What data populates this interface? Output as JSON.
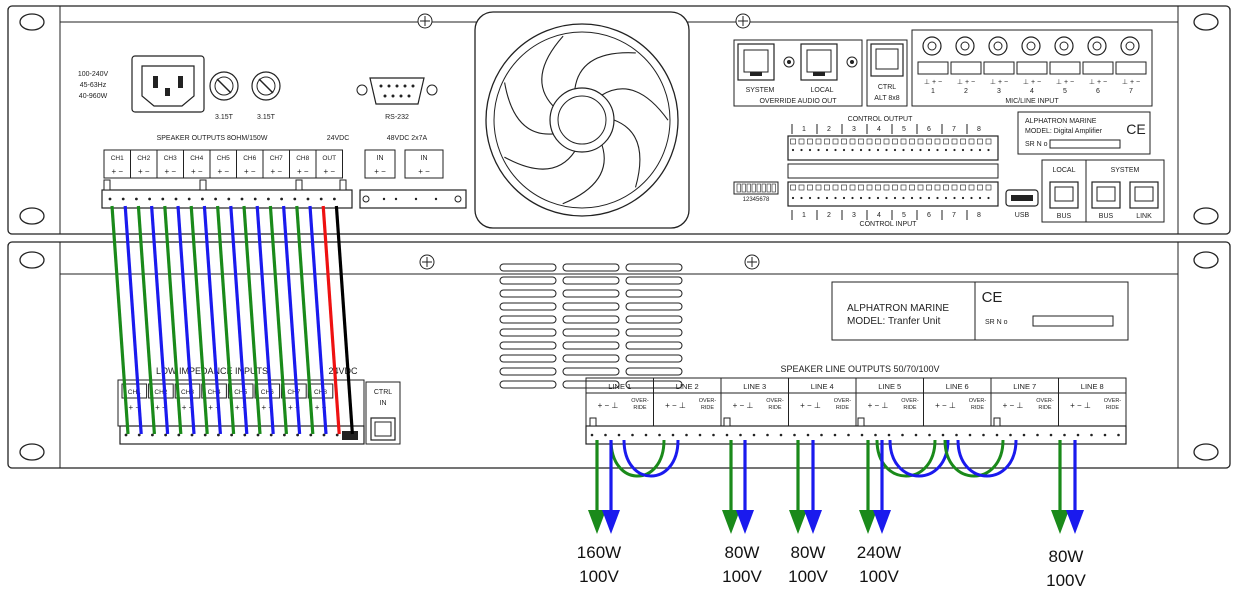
{
  "amplifier": {
    "power_spec": [
      "100-240V",
      "45-63Hz",
      "40-960W"
    ],
    "fuses": [
      "3.15T",
      "3.15T"
    ],
    "rs232": "RS-232",
    "speaker_outputs_title": "SPEAKER OUTPUTS 8OHM/150W",
    "v24_title": "24VDC",
    "v48_title": "48VDC 2x7A",
    "channels": [
      "CH1",
      "CH2",
      "CH3",
      "CH4",
      "CH5",
      "CH6",
      "CH7",
      "CH8",
      "OUT"
    ],
    "in_labels": [
      "IN",
      "IN"
    ],
    "override_ports": [
      "SYSTEM",
      "LOCAL"
    ],
    "override_title": "OVERRIDE AUDIO OUT",
    "ctrl_label": [
      "CTRL",
      "ALT 8x8"
    ],
    "mic_title": "MIC/LINE INPUT",
    "mic_numbers": [
      "1",
      "2",
      "3",
      "4",
      "5",
      "6",
      "7"
    ],
    "control_output_title": "CONTROL OUTPUT",
    "control_input_title": "CONTROL INPUT",
    "control_numbers": [
      "1",
      "2",
      "3",
      "4",
      "5",
      "6",
      "7",
      "8"
    ],
    "dip_numbers": "12345678",
    "usb": "USB",
    "nameplate": [
      "ALPHATRON MARINE",
      "MODEL: Digital Amplifier",
      "SR N o"
    ],
    "ce": "CE",
    "local_title": "LOCAL",
    "system_title": "SYSTEM",
    "ports": [
      "BUS",
      "BUS",
      "LINK"
    ]
  },
  "transfer_unit": {
    "nameplate": [
      "ALPHATRON MARINE",
      "MODEL: Tranfer Unit"
    ],
    "ce": "CE",
    "sr": "SR N o",
    "inputs_title": "LOW IMPEDANCE INPUTS",
    "v24_title": "24VDC",
    "channels": [
      "CH1",
      "CH2",
      "CH3",
      "CH4",
      "CH5",
      "CH6",
      "CH7",
      "CH8"
    ],
    "ctrl": [
      "CTRL",
      "IN"
    ],
    "line_outputs_title": "SPEAKER LINE OUTPUTS 50/70/100V",
    "lines": [
      "LINE 1",
      "LINE 2",
      "LINE 3",
      "LINE 4",
      "LINE 5",
      "LINE 6",
      "LINE 7",
      "LINE 8"
    ],
    "override": [
      "OVER-",
      "RIDE"
    ]
  },
  "outputs": [
    {
      "power": "160W",
      "voltage": "100V"
    },
    {
      "power": "80W",
      "voltage": "100V"
    },
    {
      "power": "80W",
      "voltage": "100V"
    },
    {
      "power": "240W",
      "voltage": "100V"
    },
    {
      "power": "80W",
      "voltage": "100V"
    }
  ],
  "colors": {
    "green": "#1a8a1a",
    "blue": "#1a1aee",
    "red": "#ee1111",
    "black": "#000000"
  }
}
